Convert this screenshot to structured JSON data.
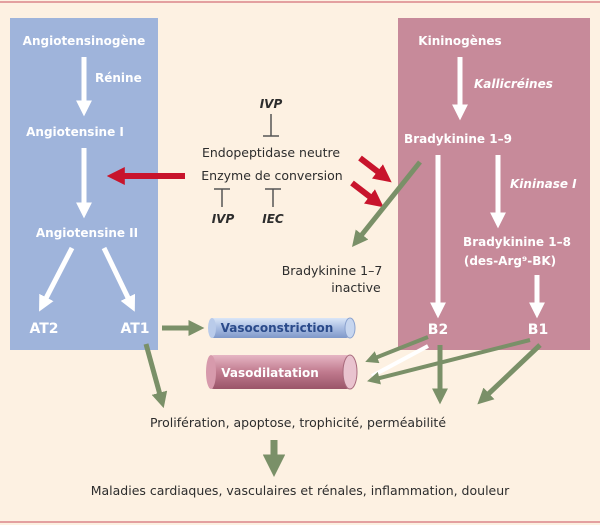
{
  "colors": {
    "background": "#fdf1e2",
    "ras_panel": "#9fb4db",
    "kinin_panel": "#c78a9a",
    "green_arrow": "#7a9068",
    "red_arrow": "#c8142c",
    "white": "#ffffff"
  },
  "ras": {
    "angiotensinogen": "Angiotensinogène",
    "renin": "Rénine",
    "angiotensin1": "Angiotensine I",
    "angiotensin2": "Angiotensine II",
    "at2": "AT2",
    "at1": "AT1"
  },
  "middle": {
    "ivp_top": "IVP",
    "endopeptidase": "Endopeptidase neutre",
    "ace": "Enzyme de conversion",
    "ivp_bottom": "IVP",
    "iec": "IEC",
    "bk17": "Bradykinine 1–7",
    "inactive": "inactive"
  },
  "kinin": {
    "kininogens": "Kininogènes",
    "kallikreins": "Kallicréines",
    "bk19": "Bradykinine 1–9",
    "kininase": "Kininase I",
    "bk18": "Bradykinine 1–8",
    "desarg": "(des-Arg⁹-BK)",
    "b2": "B2",
    "b1": "B1"
  },
  "effects": {
    "vasoconstriction": "Vasoconstriction",
    "vasodilatation": "Vasodilatation",
    "proliferation": "Prolifération, apoptose, trophicité, perméabilité",
    "diseases": "Maladies cardiaques, vasculaires et rénales, inflammation, douleur"
  }
}
